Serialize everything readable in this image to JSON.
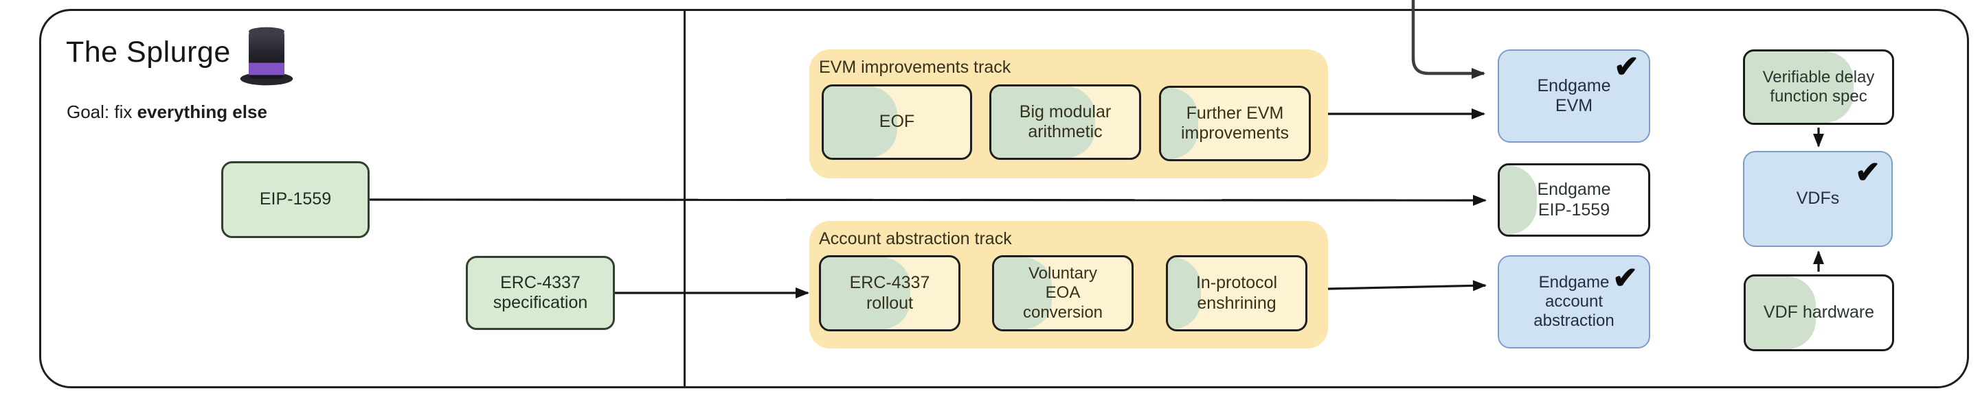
{
  "glyphs": {
    "check": "✔"
  },
  "panel": {
    "title": "The Splurge",
    "goal_prefix": "Goal: fix ",
    "goal_emphasis": "everything else"
  },
  "tracks": {
    "evm": {
      "title": "EVM improvements track"
    },
    "aa": {
      "title": "Account abstraction track"
    }
  },
  "nodes": {
    "eip1559": {
      "lines": [
        "EIP-1559"
      ],
      "progress": 100
    },
    "erc4337_spec": {
      "lines": [
        "ERC-4337",
        "specification"
      ],
      "progress": 100
    },
    "eof": {
      "lines": [
        "EOF"
      ],
      "progress": 50
    },
    "big_modular": {
      "lines": [
        "Big modular",
        "arithmetic"
      ],
      "progress": 70
    },
    "further_evm": {
      "lines": [
        "Further EVM",
        "improvements"
      ],
      "progress": 25
    },
    "erc4337_rollout": {
      "lines": [
        "ERC-4337",
        "rollout"
      ],
      "progress": 65
    },
    "voluntary_eoa": {
      "lines": [
        "Voluntary",
        "EOA",
        "conversion"
      ],
      "progress": 42
    },
    "in_protocol": {
      "lines": [
        "In-protocol",
        "enshrining"
      ],
      "progress": 24
    },
    "endgame_evm": {
      "lines": [
        "Endgame",
        "EVM"
      ],
      "checked": true
    },
    "endgame_eip1559": {
      "lines": [
        "Endgame",
        "EIP-1559"
      ],
      "progress": 25
    },
    "endgame_aa": {
      "lines": [
        "Endgame",
        "account",
        "abstraction"
      ],
      "checked": true
    },
    "vdf_spec": {
      "lines": [
        "Verifiable delay",
        "function spec"
      ],
      "progress": 74
    },
    "vdfs": {
      "lines": [
        "VDFs"
      ],
      "checked": true
    },
    "vdf_hardware": {
      "lines": [
        "VDF hardware"
      ],
      "progress": 48
    }
  },
  "colors": {
    "solid_green": "#d9ead3",
    "progress_green": "#cfe0cc",
    "track_yellow": "#fbe6af",
    "box_yellow": "#fdf3d2",
    "endgame_blue": "#cfe2f3"
  }
}
